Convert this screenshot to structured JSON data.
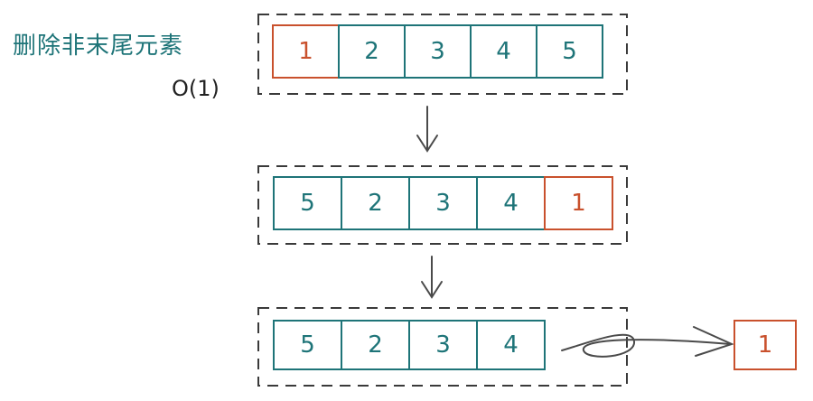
{
  "title": "删除非末尾元素",
  "complexity": "O(1)",
  "colors": {
    "cell": "#1e7478",
    "highlight": "#c9512d",
    "frame": "#3a3a3a",
    "arrow": "#4a4a4a"
  },
  "rows": [
    {
      "cells": [
        "1",
        "2",
        "3",
        "4",
        "5"
      ],
      "highlight_index": 0
    },
    {
      "cells": [
        "5",
        "2",
        "3",
        "4",
        "1"
      ],
      "highlight_index": 4
    },
    {
      "cells": [
        "5",
        "2",
        "3",
        "4"
      ],
      "highlight_index": -1
    }
  ],
  "removed": "1"
}
